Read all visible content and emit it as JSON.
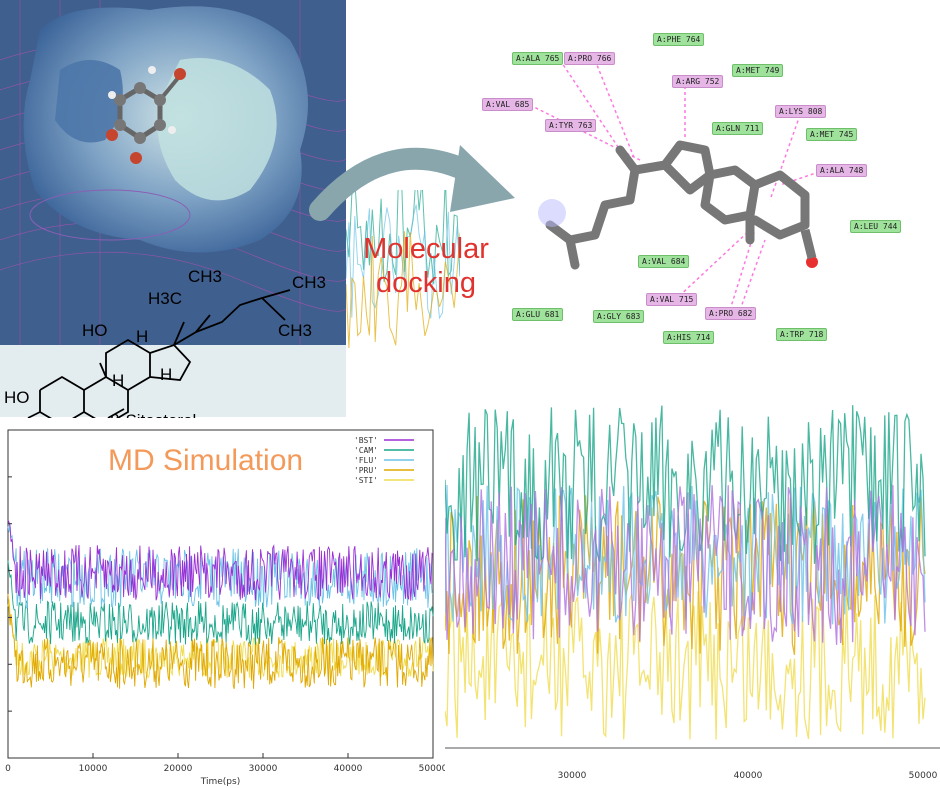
{
  "docking_title": "Molecular\ndocking",
  "md_title": "MD Simulation",
  "residues": [
    {
      "label": "A:PHE 764",
      "kind": "green"
    },
    {
      "label": "A:ALA 765",
      "kind": "green"
    },
    {
      "label": "A:PRO 766",
      "kind": "pink"
    },
    {
      "label": "A:MET 749",
      "kind": "green"
    },
    {
      "label": "A:ARG 752",
      "kind": "pink"
    },
    {
      "label": "A:VAL 685",
      "kind": "pink"
    },
    {
      "label": "A:TYR 763",
      "kind": "pink"
    },
    {
      "label": "A:GLN 711",
      "kind": "green"
    },
    {
      "label": "A:LYS 808",
      "kind": "pink"
    },
    {
      "label": "A:MET 745",
      "kind": "green"
    },
    {
      "label": "A:ALA 748",
      "kind": "pink"
    },
    {
      "label": "A:LEU 744",
      "kind": "green"
    },
    {
      "label": "A:VAL 684",
      "kind": "green"
    },
    {
      "label": "A:VAL 715",
      "kind": "pink"
    },
    {
      "label": "A:GLU 681",
      "kind": "green"
    },
    {
      "label": "A:GLY 683",
      "kind": "green"
    },
    {
      "label": "A:PRO 682",
      "kind": "pink"
    },
    {
      "label": "A:HIS 714",
      "kind": "green"
    },
    {
      "label": "A:TRP 718",
      "kind": "green"
    }
  ],
  "structure_labels": {
    "ch3_top": "CH3",
    "ch3_right": "CH3",
    "ch3_bottom": "CH3",
    "h3c": "H3C",
    "ho_top": "HO",
    "ho_left": "HO",
    "h1": "H",
    "h2": "H",
    "h3": "H",
    "compound_name": "β-Sitosterol"
  },
  "md_chart": {
    "xlabel": "Time(ps)",
    "x_ticks": [
      "0",
      "10000",
      "20000",
      "30000",
      "40000",
      "50000"
    ],
    "x_range": [
      0,
      50000
    ],
    "legend": [
      {
        "name": "'BST'",
        "color": "#9b2fd6"
      },
      {
        "name": "'CAM'",
        "color": "#1aa68a"
      },
      {
        "name": "'FLU'",
        "color": "#6cc3e8"
      },
      {
        "name": "'PRU'",
        "color": "#e0a800"
      },
      {
        "name": "'STI'",
        "color": "#f0dc50"
      }
    ]
  },
  "zoom_chart": {
    "x_ticks": [
      "30000",
      "40000",
      "50000"
    ]
  }
}
